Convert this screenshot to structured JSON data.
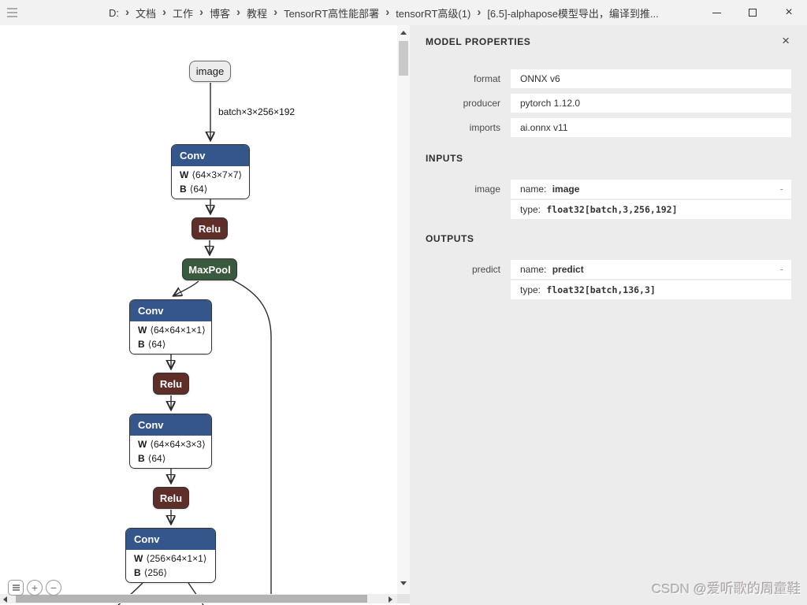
{
  "titlebar": {
    "breadcrumbs": [
      "D:",
      "文档",
      "工作",
      "博客",
      "教程",
      "TensorRT高性能部署",
      "tensorRT高级(1)",
      "[6.5]-alphapose模型导出，编译到推..."
    ],
    "separator": "›"
  },
  "icons": {
    "close": "×",
    "panel_close": "×",
    "zoom_in": "+",
    "zoom_out": "−",
    "expander": "-"
  },
  "graph": {
    "input_label": "image",
    "edge_label": "batch×3×256×192",
    "colors": {
      "layer": "#35568b",
      "activation": "#602e28",
      "pool": "#3a5a40"
    },
    "nodes": [
      {
        "type": "Conv",
        "params": [
          {
            "name": "W",
            "value": "⟨64×3×7×7⟩"
          },
          {
            "name": "B",
            "value": "⟨64⟩"
          }
        ]
      },
      {
        "type": "Relu"
      },
      {
        "type": "MaxPool"
      },
      {
        "type": "Conv",
        "params": [
          {
            "name": "W",
            "value": "⟨64×64×1×1⟩"
          },
          {
            "name": "B",
            "value": "⟨64⟩"
          }
        ]
      },
      {
        "type": "Relu"
      },
      {
        "type": "Conv",
        "params": [
          {
            "name": "W",
            "value": "⟨64×64×3×3⟩"
          },
          {
            "name": "B",
            "value": "⟨64⟩"
          }
        ]
      },
      {
        "type": "Relu"
      },
      {
        "type": "Conv",
        "params": [
          {
            "name": "W",
            "value": "⟨256×64×1×1⟩"
          },
          {
            "name": "B",
            "value": "⟨256⟩"
          }
        ]
      }
    ]
  },
  "panel": {
    "title": "MODEL PROPERTIES",
    "properties": [
      {
        "label": "format",
        "value": "ONNX v6"
      },
      {
        "label": "producer",
        "value": "pytorch 1.12.0"
      },
      {
        "label": "imports",
        "value": "ai.onnx v11"
      }
    ],
    "inputs_header": "INPUTS",
    "inputs": [
      {
        "label": "image",
        "name_key": "name:",
        "name": "image",
        "type_key": "type:",
        "type": "float32[batch,3,256,192]"
      }
    ],
    "outputs_header": "OUTPUTS",
    "outputs": [
      {
        "label": "predict",
        "name_key": "name:",
        "name": "predict",
        "type_key": "type:",
        "type": "float32[batch,136,3]"
      }
    ]
  },
  "watermark": "CSDN @爱听歌的周童鞋"
}
